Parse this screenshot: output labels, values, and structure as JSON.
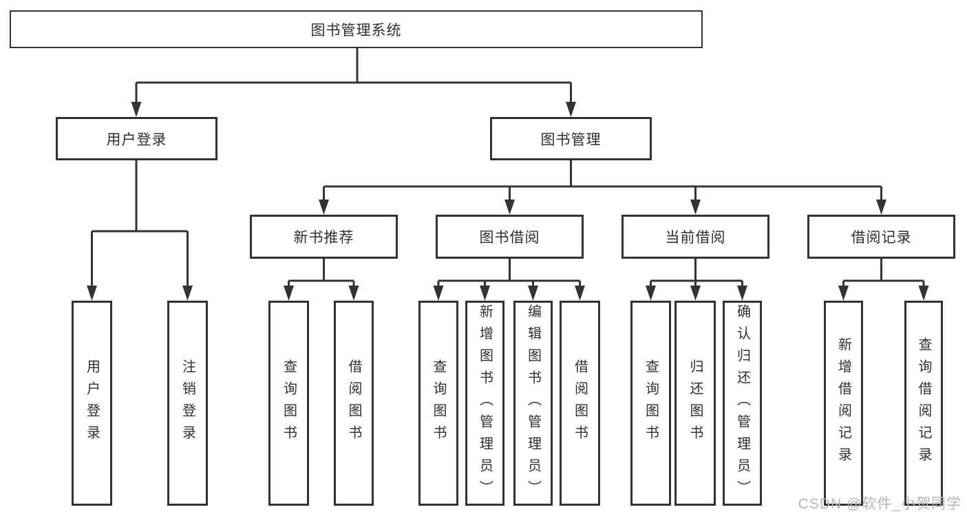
{
  "colors": {
    "line": "#333333",
    "box-border": "#333333",
    "text": "#2f2f2f",
    "watermark": "#b5b5b5",
    "background": "#ffffff"
  },
  "watermark": {
    "text": "CSDN @软件_小贺同学"
  },
  "tree": {
    "label": "图书管理系统",
    "children": [
      {
        "label": "用户登录",
        "children": [
          {
            "label": "用户登录"
          },
          {
            "label": "注销登录"
          }
        ]
      },
      {
        "label": "图书管理",
        "children": [
          {
            "label": "新书推荐",
            "children": [
              {
                "label": "查询图书"
              },
              {
                "label": "借阅图书"
              }
            ]
          },
          {
            "label": "图书借阅",
            "children": [
              {
                "label": "查询图书"
              },
              {
                "label": "新增图书（管理员）"
              },
              {
                "label": "编辑图书（管理员）"
              },
              {
                "label": "借阅图书"
              }
            ]
          },
          {
            "label": "当前借阅",
            "children": [
              {
                "label": "查询图书"
              },
              {
                "label": "归还图书"
              },
              {
                "label": "确认归还（管理员）"
              }
            ]
          },
          {
            "label": "借阅记录",
            "children": [
              {
                "label": "新增借阅记录"
              },
              {
                "label": "查询借阅记录"
              }
            ]
          }
        ]
      }
    ]
  }
}
